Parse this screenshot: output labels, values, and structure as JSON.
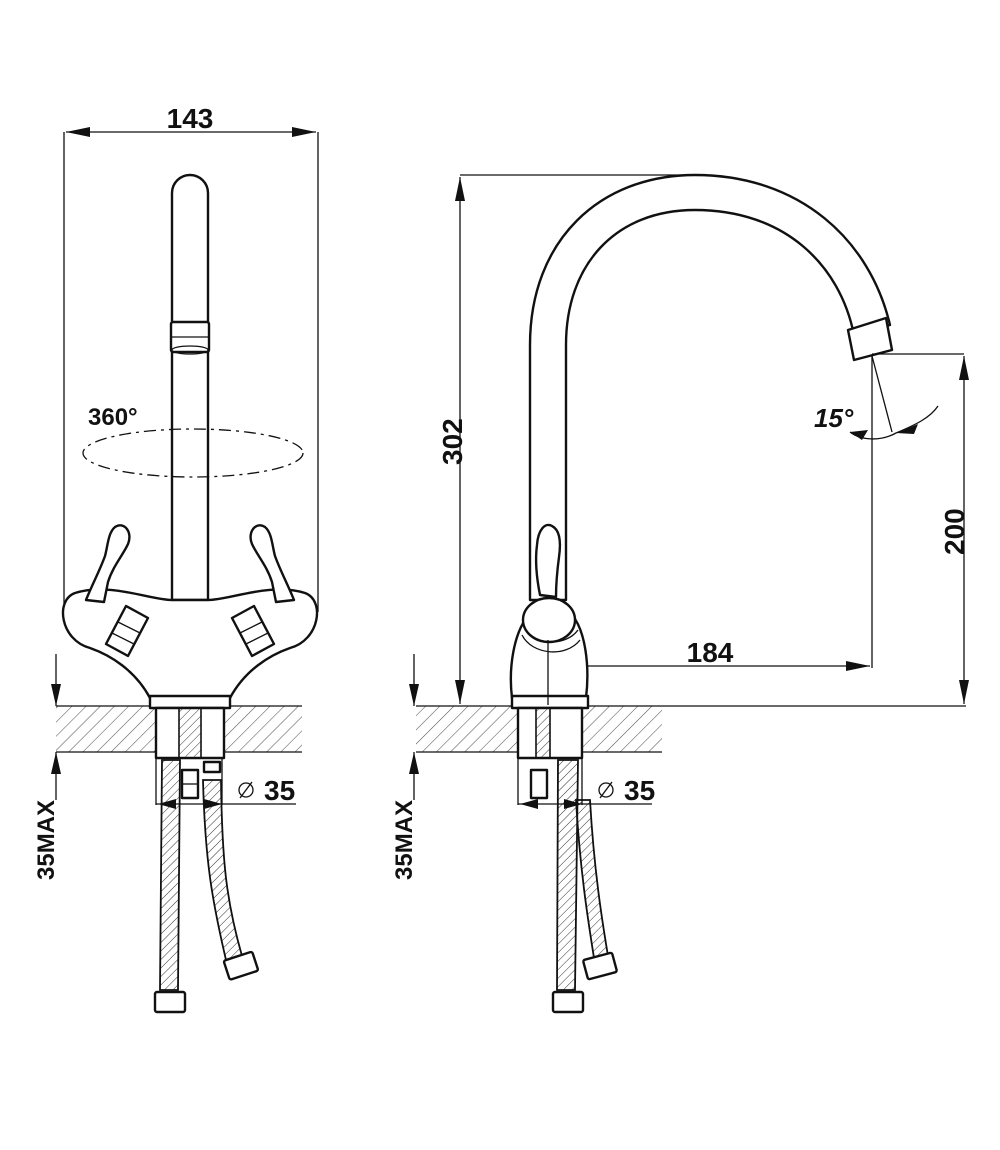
{
  "front_view": {
    "width_dim": "143",
    "rotation_label": "360°",
    "hole_dim": "35",
    "deck_thickness": "35MAX"
  },
  "side_view": {
    "height_dim": "302",
    "spout_height_dim": "200",
    "reach_dim": "184",
    "swivel_angle": "15°",
    "hole_dim": "35",
    "deck_thickness": "35MAX"
  }
}
